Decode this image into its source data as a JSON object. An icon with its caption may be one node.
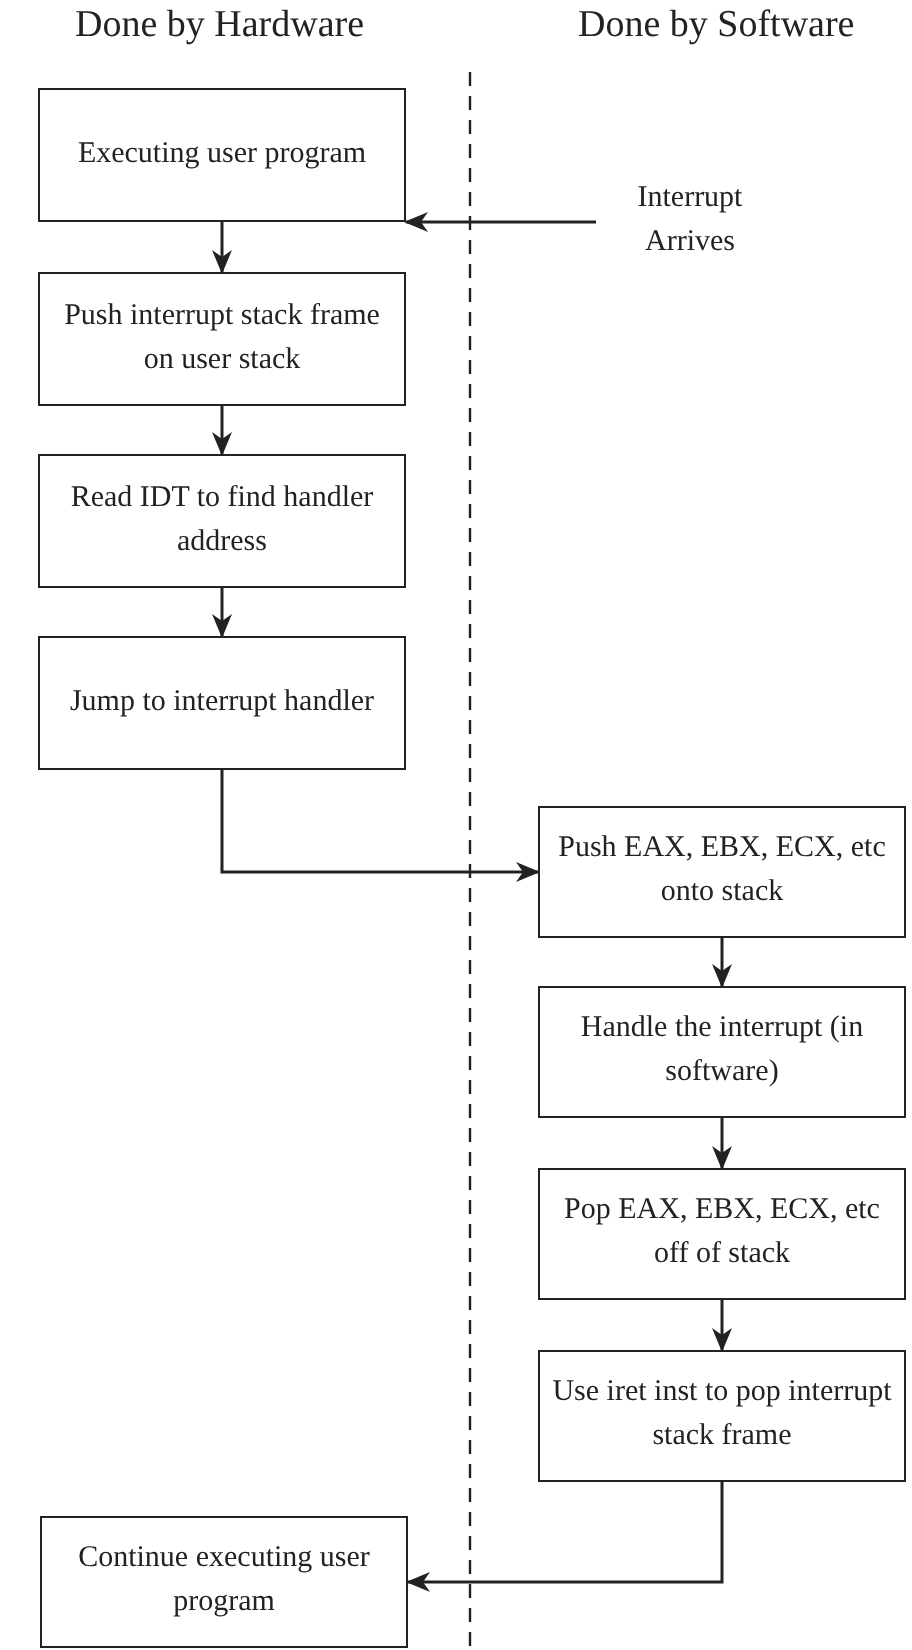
{
  "diagram": {
    "nodes": [
      {
        "text": [
          "Executing user program"
        ]
      },
      {
        "text": [
          "Interrupt Arrives"
        ]
      },
      {
        "text": [
          "Push interrupt stack frame on user stack"
        ]
      },
      {
        "text": [
          "Read IDT to find handler address"
        ]
      },
      {
        "text": [
          "Jump to interrupt handler"
        ]
      },
      {
        "text": [
          "Push EAX, EBX, ECX, etc onto stack"
        ]
      },
      {
        "text": [
          "Handle the interrupt (in software)"
        ]
      },
      {
        "text": [
          "Pop EAX, EBX, ECX, etc off of stack"
        ]
      },
      {
        "text": [
          "Use iret inst to pop interrupt stack frame"
        ]
      },
      {
        "text": [
          "Continue executing user program"
        ]
      }
    ],
    "edges": [
      {
        "from": 1,
        "to": 0,
        "arrow": "to"
      },
      {
        "from": 0,
        "to": 2,
        "arrow": "to"
      },
      {
        "from": 2,
        "to": 3,
        "arrow": "to"
      },
      {
        "from": 3,
        "to": 4,
        "arrow": "to"
      },
      {
        "from": 4,
        "to": 5,
        "arrow": "to"
      },
      {
        "from": 5,
        "to": 6,
        "arrow": "to"
      },
      {
        "from": 6,
        "to": 7,
        "arrow": "to"
      },
      {
        "from": 7,
        "to": 8,
        "arrow": "to"
      },
      {
        "from": 8,
        "to": 9,
        "arrow": "to"
      }
    ],
    "labels": [
      "Done by Hardware",
      "Done by Software"
    ]
  }
}
